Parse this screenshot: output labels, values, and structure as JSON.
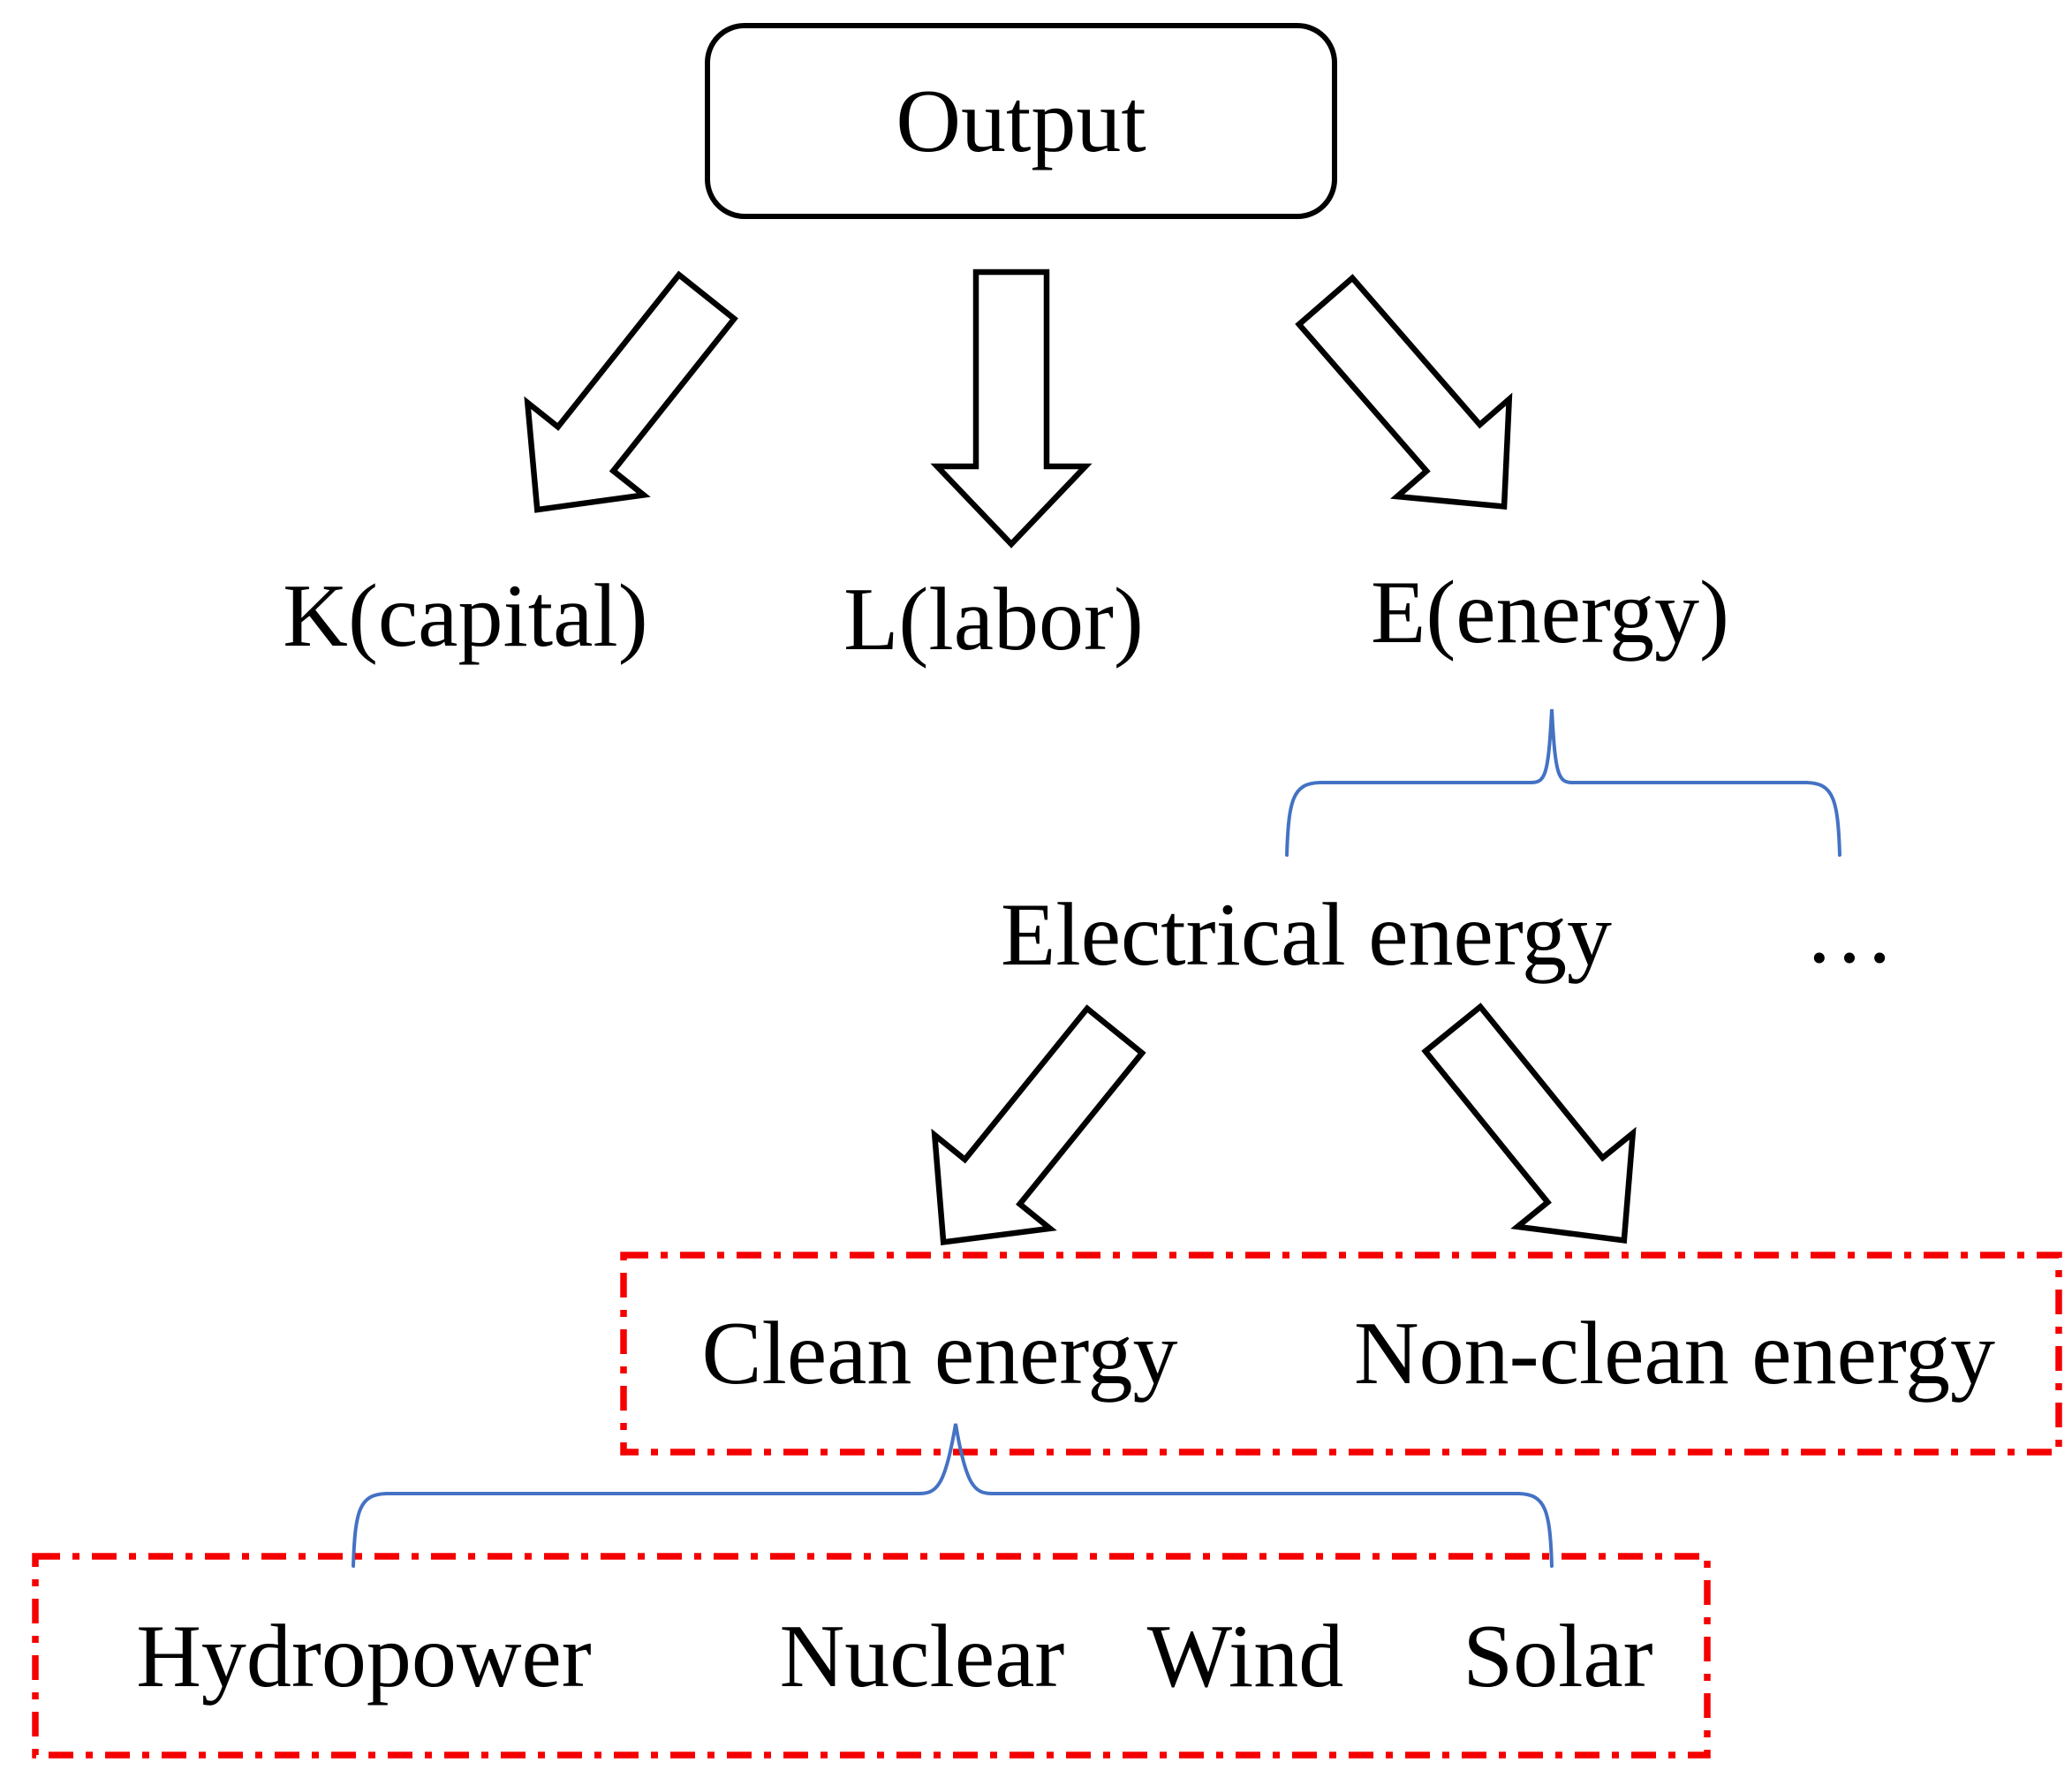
{
  "nodes": {
    "output": "Output",
    "capital": "K(capital)",
    "labor": "L(labor)",
    "energy": "E(energy)",
    "electrical": "Electrical energy",
    "more": "…",
    "clean": "Clean energy",
    "nonclean": "Non-clean energy",
    "clean_sources": [
      "Hydropower",
      "Nuclear",
      "Wind",
      "Solar"
    ]
  },
  "colors": {
    "red": "#F50000",
    "blue": "#4472C4",
    "ink": "#000000"
  }
}
